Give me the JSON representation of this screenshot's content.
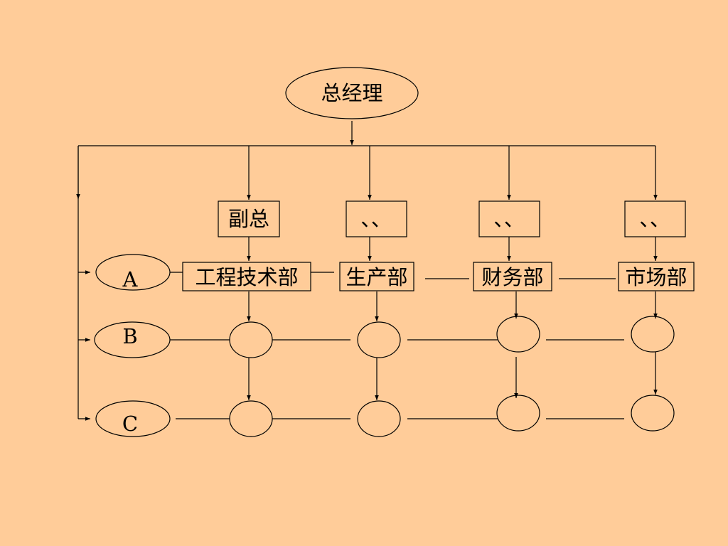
{
  "root": {
    "label": "总经理"
  },
  "vice_boxes": [
    {
      "label": "副总"
    },
    {
      "label": "、、"
    },
    {
      "label": "、、"
    },
    {
      "label": "、、"
    }
  ],
  "departments": [
    {
      "label": "工程技术部"
    },
    {
      "label": "生产部"
    },
    {
      "label": "财务部"
    },
    {
      "label": "市场部"
    }
  ],
  "projects": [
    {
      "label": "A"
    },
    {
      "label": "B"
    },
    {
      "label": "C"
    }
  ],
  "colors": {
    "background": "#ffcc99",
    "line": "#000000"
  }
}
